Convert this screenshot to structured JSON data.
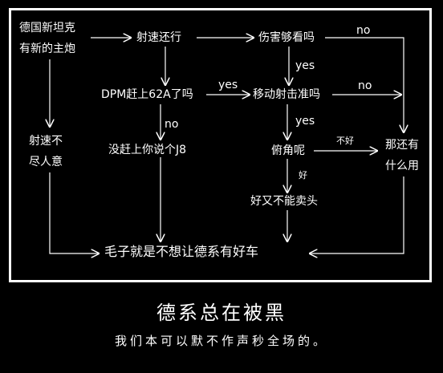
{
  "diagram": {
    "nodes": {
      "start_line1": "德国新坦克",
      "start_line2": "有新的主炮",
      "rof": "射速还行",
      "dmg": "伤害够看吗",
      "dpm": "DPM赶上62A了吗",
      "aim": "移动射击准吗",
      "rof_bad_line1": "射速不",
      "rof_bad_line2": "尽人意",
      "dpm_no": "没赶上你说个J8",
      "depression": "俯角呢",
      "useless_line1": "那还有",
      "useless_line2": "什么用",
      "no_sell": "好又不能卖头",
      "conclusion": "毛子就是不想让德系有好车"
    },
    "edge_labels": {
      "dmg_no": "no",
      "dmg_yes": "yes",
      "dpm_yes": "yes",
      "aim_no": "no",
      "dpm_no": "no",
      "aim_yes": "yes",
      "dep_bad": "不好",
      "dep_good": "好"
    }
  },
  "caption": {
    "title": "德系总在被黑",
    "subtitle": "我们本可以默不作声秒全场的。"
  }
}
